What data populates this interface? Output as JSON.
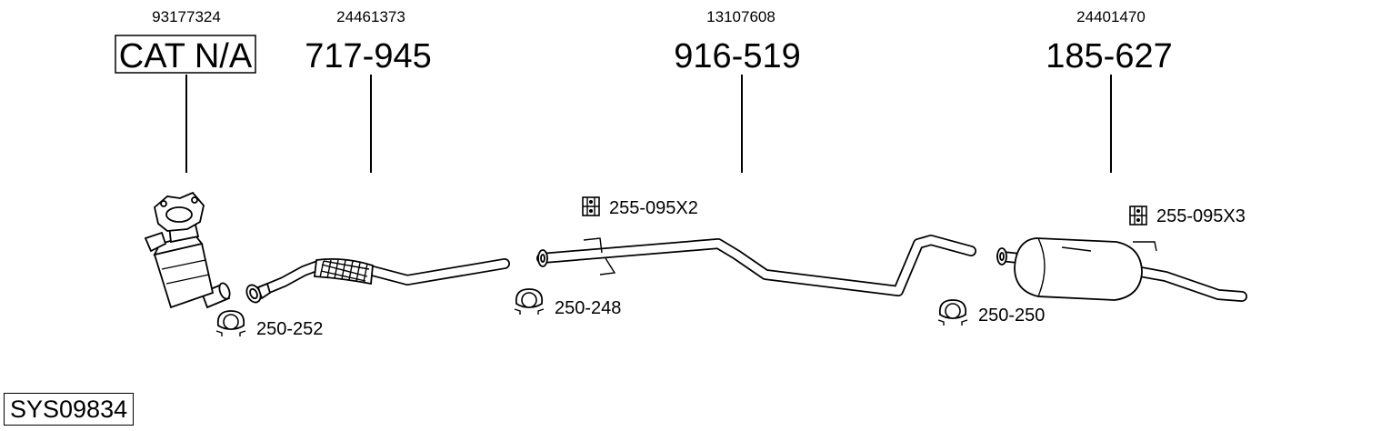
{
  "system_code": "SYS09834",
  "parts": [
    {
      "oem": "93177324",
      "number": "CAT N/A",
      "boxed": true
    },
    {
      "oem": "24461373",
      "number": "717-945"
    },
    {
      "oem": "13107608",
      "number": "916-519"
    },
    {
      "oem": "24401470",
      "number": "185-627"
    }
  ],
  "accessories": [
    {
      "label": "250-252",
      "icon": "clamp-icon"
    },
    {
      "label": "250-248",
      "icon": "clamp-icon"
    },
    {
      "label": "255-095X2",
      "icon": "rubber-mount-icon"
    },
    {
      "label": "250-250",
      "icon": "clamp-icon"
    },
    {
      "label": "255-095X3",
      "icon": "rubber-mount-icon"
    }
  ]
}
